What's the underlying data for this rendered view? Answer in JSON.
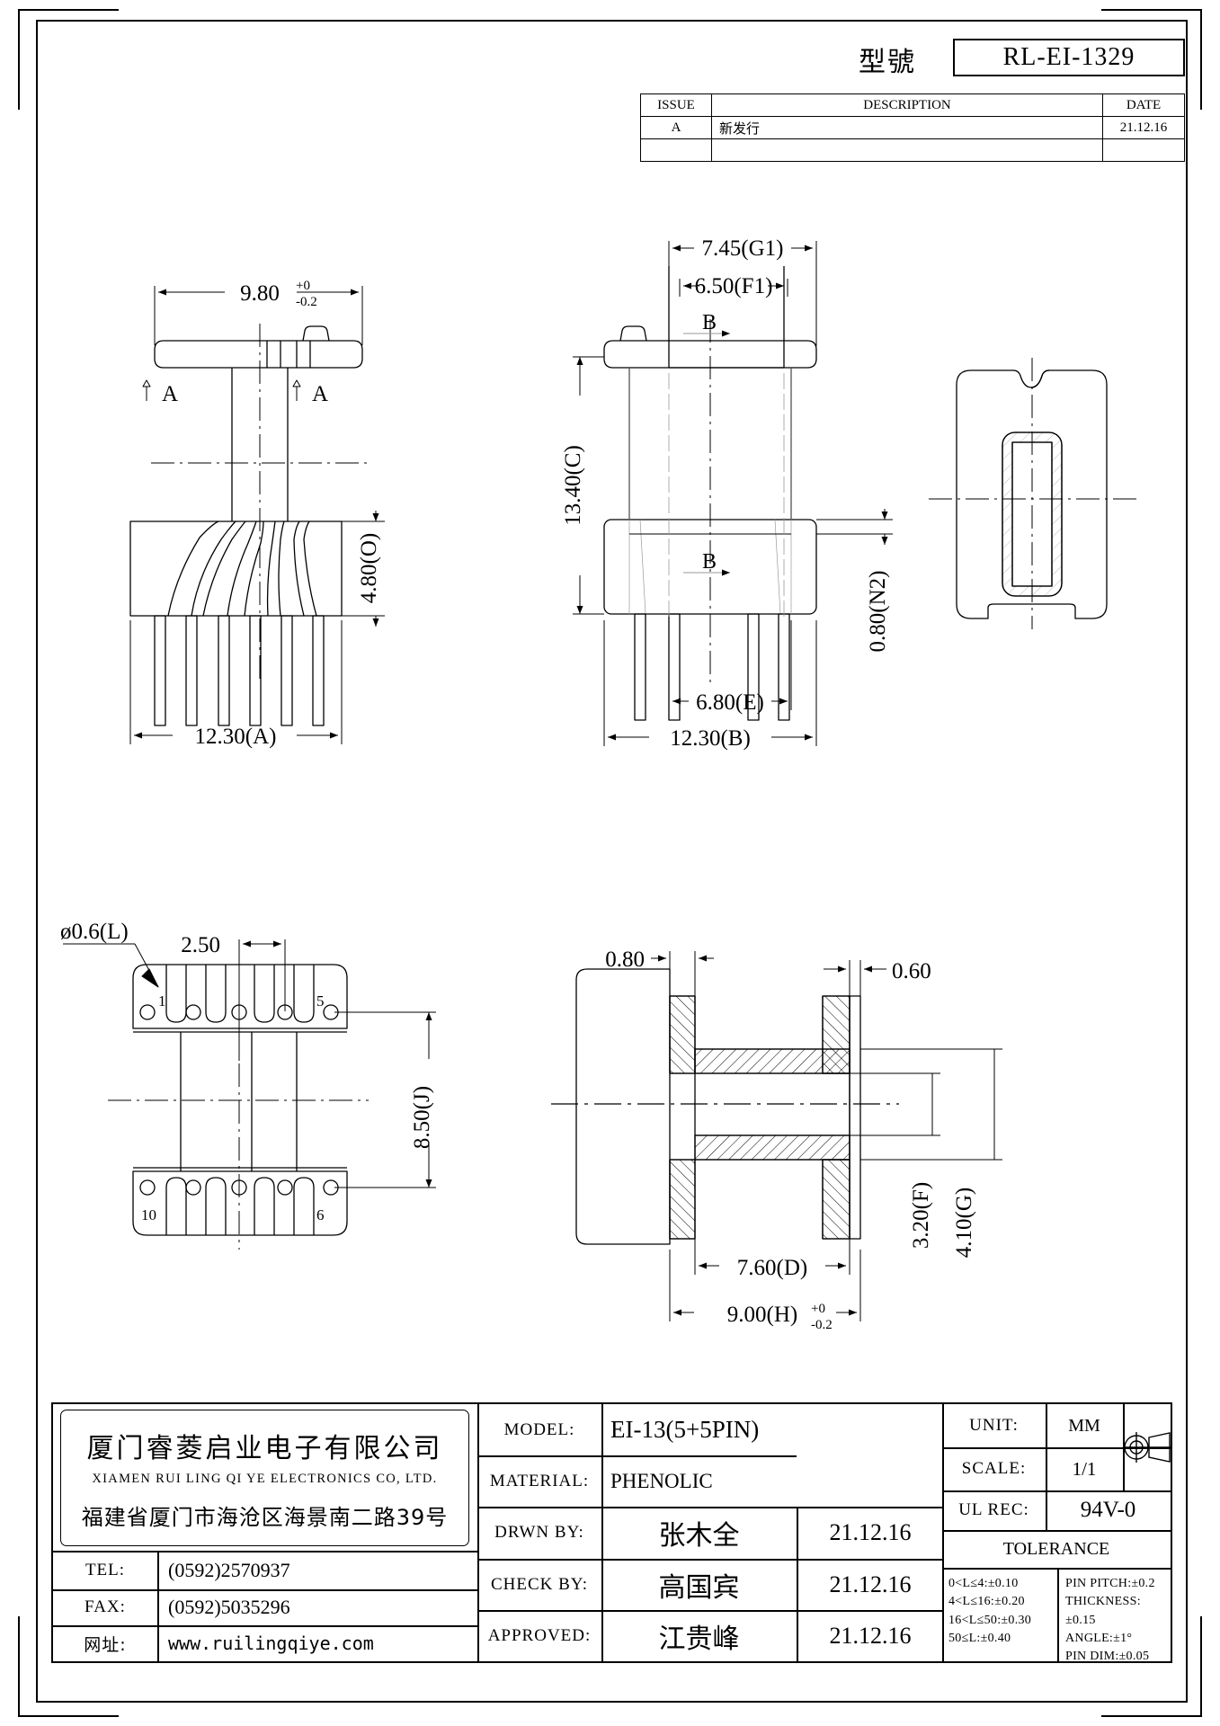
{
  "sheet": {
    "model_label": "型號",
    "model_number": "RL-EI-1329"
  },
  "revision_table": {
    "headers": [
      "ISSUE",
      "DESCRIPTION",
      "DATE"
    ],
    "rows": [
      {
        "issue": "A",
        "description": "新发行",
        "date": "21.12.16"
      },
      {
        "issue": "",
        "description": "",
        "date": ""
      }
    ]
  },
  "views": {
    "front_view": {
      "dims": [
        {
          "text": "9.80",
          "tol_up": "+0",
          "tol_dn": "-0.2"
        },
        {
          "text": "12.30(A)"
        },
        {
          "text": "4.80(O)"
        }
      ],
      "section_marks": [
        "A",
        "A"
      ]
    },
    "side_view": {
      "dims": [
        {
          "text": "7.45(G1)"
        },
        {
          "text": "6.50(F1)"
        },
        {
          "text": "13.40(C)"
        },
        {
          "text": "0.80(N2)"
        },
        {
          "text": "6.80(E)"
        },
        {
          "text": "12.30(B)"
        }
      ],
      "section_marks": [
        "B",
        "B"
      ]
    },
    "top_view": {
      "dims": [
        {
          "text": "ø0.6(L)"
        },
        {
          "text": "2.50"
        },
        {
          "text": "8.50(J)"
        }
      ],
      "pin_numbers": [
        "1",
        "5",
        "10",
        "6"
      ]
    },
    "section_view": {
      "dims": [
        {
          "text": "0.80"
        },
        {
          "text": "0.60"
        },
        {
          "text": "3.20(F)"
        },
        {
          "text": "4.10(G)"
        },
        {
          "text": "7.60(D)"
        },
        {
          "text": "9.00(H)",
          "tol_up": "+0",
          "tol_dn": "-0.2"
        }
      ]
    }
  },
  "title_block": {
    "company_cn": "厦门睿菱启业电子有限公司",
    "company_en": "XIAMEN RUI LING QI YE ELECTRONICS CO, LTD.",
    "company_address": "福建省厦门市海沧区海景南二路39号",
    "tel_label": "TEL:",
    "tel_value": "(0592)2570937",
    "fax_label": "FAX:",
    "fax_value": "(0592)5035296",
    "web_label": "网址:",
    "web_value": "www.ruilingqiye.com",
    "model_label": "MODEL:",
    "model_value": "EI-13(5+5PIN)",
    "material_label": "MATERIAL:",
    "material_value": "PHENOLIC",
    "drwn_label": "DRWN BY:",
    "drwn_value": "张木全",
    "drwn_date": "21.12.16",
    "check_label": "CHECK BY:",
    "check_value": "高国宾",
    "check_date": "21.12.16",
    "approved_label": "APPROVED:",
    "approved_value": "江贵峰",
    "approved_date": "21.12.16",
    "unit_label": "UNIT:",
    "unit_value": "MM",
    "scale_label": "SCALE:",
    "scale_value": "1/1",
    "ul_label": "UL REC:",
    "ul_value": "94V-0",
    "tolerance_title": "TOLERANCE",
    "tolerance_left": [
      "0<L≤4:±0.10",
      "4<L≤16:±0.20",
      "16<L≤50:±0.30",
      "50≤L:±0.40"
    ],
    "tolerance_right": [
      "PIN PITCH:±0.2",
      "THICKNESS:±0.15",
      "ANGLE:±1°",
      "PIN DIM:±0.05"
    ]
  }
}
